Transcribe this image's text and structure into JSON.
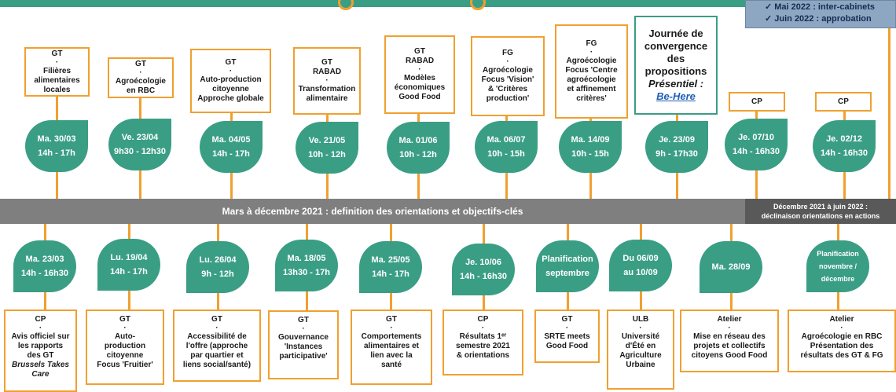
{
  "header_notes": [
    "✓ Mai 2022 : inter-cabinets",
    "✓ Juin 2022 : approbation"
  ],
  "band_main": "Mars à décembre 2021 : definition des orientations et objectifs-clés",
  "band_side": [
    "Décembre 2021 à juin 2022 :",
    "déclinaison orientations en actions"
  ],
  "top_events": [
    {
      "date": "Ma. 30/03",
      "time": "14h - 17h",
      "box": [
        "GT",
        "·",
        "Filières",
        "alimentaires",
        "locales"
      ]
    },
    {
      "date": "Ve. 23/04",
      "time": "9h30 - 12h30",
      "box": [
        "GT",
        "·",
        "Agroécologie",
        "en RBC"
      ]
    },
    {
      "date": "Ma. 04/05",
      "time": "14h - 17h",
      "box": [
        "GT",
        "·",
        "Auto-production",
        "citoyenne",
        "Approche globale"
      ]
    },
    {
      "date": "Ve. 21/05",
      "time": "10h - 12h",
      "box": [
        "GT",
        "RABAD",
        "·",
        "Transformation",
        "alimentaire"
      ]
    },
    {
      "date": "Ma. 01/06",
      "time": "10h - 12h",
      "box": [
        "GT",
        "RABAD",
        "·",
        "Modèles",
        "économiques",
        "Good Food"
      ]
    },
    {
      "date": "Ma. 06/07",
      "time": "10h - 15h",
      "box": [
        "FG",
        "·",
        "Agroécologie",
        "Focus 'Vision'",
        "& 'Critères",
        "production'"
      ]
    },
    {
      "date": "Ma. 14/09",
      "time": "10h - 15h",
      "box": [
        "FG",
        "·",
        "Agroécologie",
        "Focus 'Centre",
        "agroécologie",
        "et affinement",
        "critères'"
      ]
    },
    {
      "date": "Je. 23/09",
      "time": "9h - 17h30",
      "box": [
        "Journée de",
        "convergence",
        "des",
        "propositions"
      ],
      "box_italic": "Présentiel :",
      "box_link": "Be-Here"
    },
    {
      "date": "Je. 07/10",
      "time": "14h - 16h30",
      "box": [
        "CP"
      ]
    },
    {
      "date": "Je. 02/12",
      "time": "14h - 16h30",
      "box": [
        "CP"
      ]
    }
  ],
  "bottom_events": [
    {
      "date": "Ma. 23/03",
      "time": "14h - 16h30",
      "box": [
        "CP",
        "·",
        "Avis officiel sur",
        "les rapports",
        "des GT"
      ],
      "box_italic": [
        "Brussels Takes",
        "Care"
      ]
    },
    {
      "date": "Lu. 19/04",
      "time": "14h - 17h",
      "box": [
        "GT",
        "·",
        "Auto-",
        "production",
        "citoyenne",
        "Focus 'Fruitier'"
      ]
    },
    {
      "date": "Lu. 26/04",
      "time": "9h - 12h",
      "box": [
        "GT",
        "·",
        "Accessibilité de",
        "l'offre (approche",
        "par quartier et",
        "liens social/santé)"
      ]
    },
    {
      "date": "Ma. 18/05",
      "time": "13h30 - 17h",
      "box": [
        "GT",
        "·",
        "Gouvernance",
        "'Instances",
        "participative'"
      ]
    },
    {
      "date": "Ma. 25/05",
      "time": "14h - 17h",
      "box": [
        "GT",
        "·",
        "Comportements",
        "alimentaires et",
        "lien avec la",
        "santé"
      ]
    },
    {
      "date": "Je. 10/06",
      "time": "14h - 16h30",
      "box": [
        "CP",
        "·",
        "Résultats 1ᵉʳ",
        "semestre 2021",
        "& orientations"
      ]
    },
    {
      "date": "Planification",
      "time": "septembre",
      "box": [
        "GT",
        "·",
        "SRTE meets",
        "Good Food"
      ]
    },
    {
      "date": "Du 06/09",
      "time": "au 10/09",
      "box": [
        "ULB",
        "·",
        "Université",
        "d'Été en",
        "Agriculture",
        "Urbaine"
      ]
    },
    {
      "date": "Ma. 28/09",
      "time": "",
      "box": [
        "Atelier",
        "·",
        "Mise en réseau des",
        "projets et collectifs",
        "citoyens Good Food"
      ]
    },
    {
      "date": "Planification",
      "time": "novembre /",
      "time2": "décembre",
      "box": [
        "Atelier",
        "·",
        "Agroécologie en RBC",
        "Présentation des",
        "résultats des GT & FG"
      ]
    }
  ],
  "colors": {
    "teal": "#3a9e85",
    "orange": "#f0a030",
    "band": "#7f7f7f",
    "band_dark": "#595959",
    "info_bg": "#8da6c2"
  }
}
